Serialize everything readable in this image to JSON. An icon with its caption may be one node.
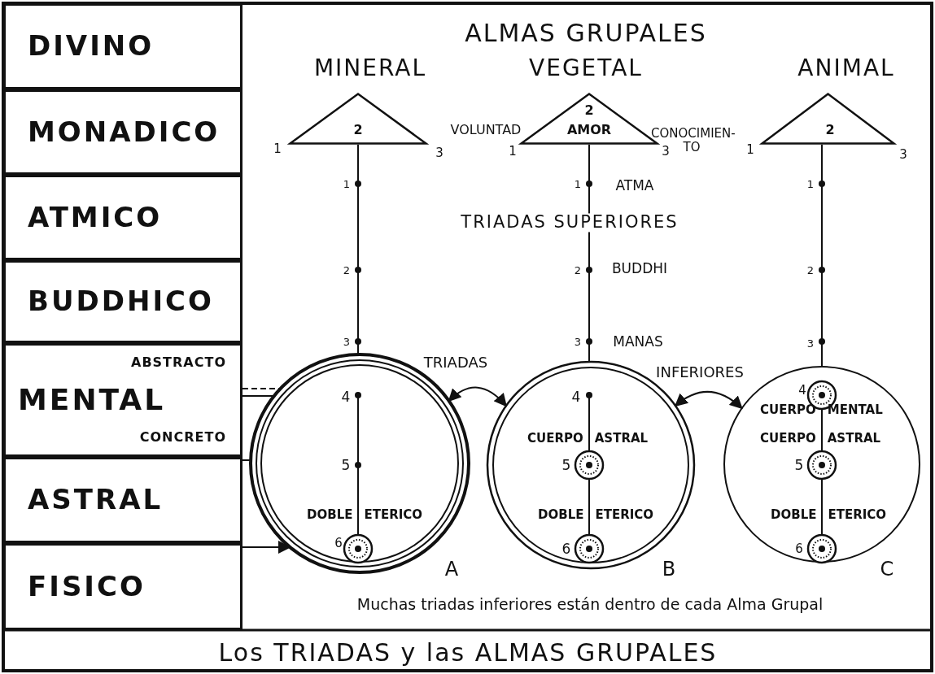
{
  "diagram": {
    "title": "Los TRIADAS y las ALMAS GRUPALES",
    "nodes": [
      {
        "text": [
          "DIVINO"
        ]
      },
      {
        "text": [
          "MONADICO"
        ]
      },
      {
        "text": [
          "ATMICO"
        ]
      },
      {
        "text": [
          "BUDDHICO"
        ]
      },
      {
        "text": [
          "ABSTRACTO",
          "MENTAL",
          "CONCRETO"
        ]
      },
      {
        "text": [
          "ASTRAL"
        ]
      },
      {
        "text": [
          "FISICO"
        ]
      },
      {
        "text": [
          "2"
        ],
        "beside": [
          "MINERAL"
        ]
      },
      {
        "text": [
          "2",
          "AMOR"
        ],
        "beside": [
          "VEGETAL"
        ]
      },
      {
        "text": [
          "2"
        ],
        "beside": [
          "ANIMAL"
        ]
      },
      {
        "text": [
          "DOBLE ETERICO"
        ],
        "beside": [
          "A"
        ]
      },
      {
        "text": [
          "CUERPO ASTRAL",
          "DOBLE ETERICO"
        ],
        "beside": [
          "B"
        ]
      },
      {
        "text": [
          "CUERPO MENTAL",
          "CUERPO ASTRAL",
          "DOBLE ETERICO"
        ],
        "beside": [
          "C"
        ]
      }
    ],
    "edges": [
      {
        "from": 7,
        "to": 10,
        "arrow": "none"
      },
      {
        "from": 8,
        "to": 11,
        "arrow": "none"
      },
      {
        "from": 9,
        "to": 12,
        "arrow": "none"
      },
      {
        "from": 10,
        "to": 11,
        "arrow": "both"
      },
      {
        "from": 11,
        "to": 12,
        "arrow": "both"
      },
      {
        "from": 4,
        "to": 10,
        "arrow": "none",
        "style": "dashed"
      },
      {
        "from": 4,
        "to": 10,
        "arrow": "none"
      },
      {
        "from": 5,
        "to": 10,
        "arrow": "none"
      },
      {
        "from": 6,
        "to": 10,
        "arrow": "to"
      }
    ],
    "labels": [
      "ALMAS GRUPALES",
      "1",
      "3",
      "VOLUNTAD",
      "1",
      "3",
      "CONOCIMIEN- TO",
      "1",
      "3",
      "1",
      "1",
      "ATMA",
      "1",
      "TRIADAS SUPERIORES",
      "2",
      "2",
      "BUDDHI",
      "2",
      "3",
      "3",
      "MANAS",
      "3",
      "TRIADAS",
      "INFERIORES",
      "4",
      "4",
      "4",
      "5",
      "5",
      "5",
      "6",
      "6",
      "6",
      "Muchas triadas inferiores están dentro de cada Alma Grupal"
    ]
  }
}
